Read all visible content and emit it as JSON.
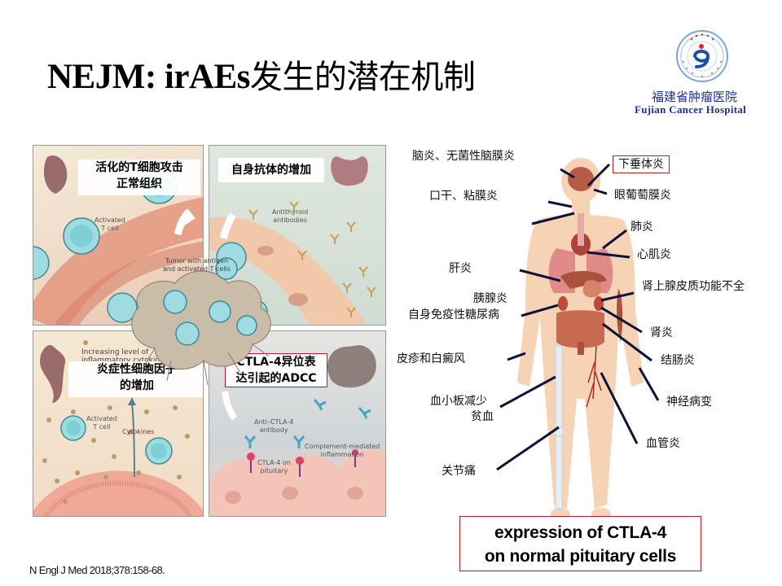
{
  "slide": {
    "title_latin": "NEJM: irAEs",
    "title_cn": "发生的潜在机制"
  },
  "hospital": {
    "logo_icon": "hospital-logo-icon",
    "name_cn": "福建省肿瘤医院",
    "name_en": "Fujian Cancer Hospital"
  },
  "mechanism_figure": {
    "panels": [
      {
        "id": "t-cell-attack",
        "label_cn_line1": "活化的T细胞攻击",
        "label_cn_line2": "正常组织",
        "organ": "heart",
        "annotations": [
          "Activated",
          "T cell"
        ]
      },
      {
        "id": "autoantibodies",
        "label_cn_line1": "自身抗体的增加",
        "organ": "thyroid",
        "annotations": [
          "Antithyroid",
          "antibodies"
        ]
      },
      {
        "id": "cytokines",
        "label_cn_line1": "炎症性细胞因子",
        "label_cn_line2": "的增加",
        "organ": "colon",
        "annotations": [
          "Increasing level of",
          "inflammatory cytokines",
          "Activated",
          "T cell",
          "Cytokines"
        ]
      },
      {
        "id": "ctla4-adcc",
        "label_cn_line1": "CTLA-4异位表",
        "label_cn_line2": "达引起的ADCC",
        "organ": "brain",
        "annotations": [
          "Anti–CTLA-4",
          "antibody",
          "Complement-mediated",
          "inflammation",
          "CTLA-4 on",
          "pituitary"
        ]
      }
    ],
    "center_label": [
      "Tumor with antigen",
      "and activated T cells"
    ]
  },
  "body_diagram": {
    "left_labels": [
      "脑炎、无菌性脑膜炎",
      "口干、粘膜炎",
      "肝炎",
      "胰腺炎",
      "自身免疫性糖尿病",
      "皮疹和白癜风",
      "血小板减少",
      "贫血",
      "关节痛"
    ],
    "right_labels": [
      "下垂体炎",
      "眼葡萄膜炎",
      "肺炎",
      "心肌炎",
      "肾上腺皮质功能不全",
      "肾炎",
      "结肠炎",
      "神经病变",
      "血管炎"
    ],
    "highlighted": "下垂体炎"
  },
  "callout": {
    "line1": "expression of CTLA-4",
    "line2": "on normal pituitary cells"
  },
  "citation": "N Engl J Med 2018;378:158-68.",
  "colors": {
    "highlight_border": "#b0212e",
    "hospital_blue": "#1f2e9a",
    "leader_line": "#0e1238",
    "t_cell": "#7fd0d6"
  }
}
